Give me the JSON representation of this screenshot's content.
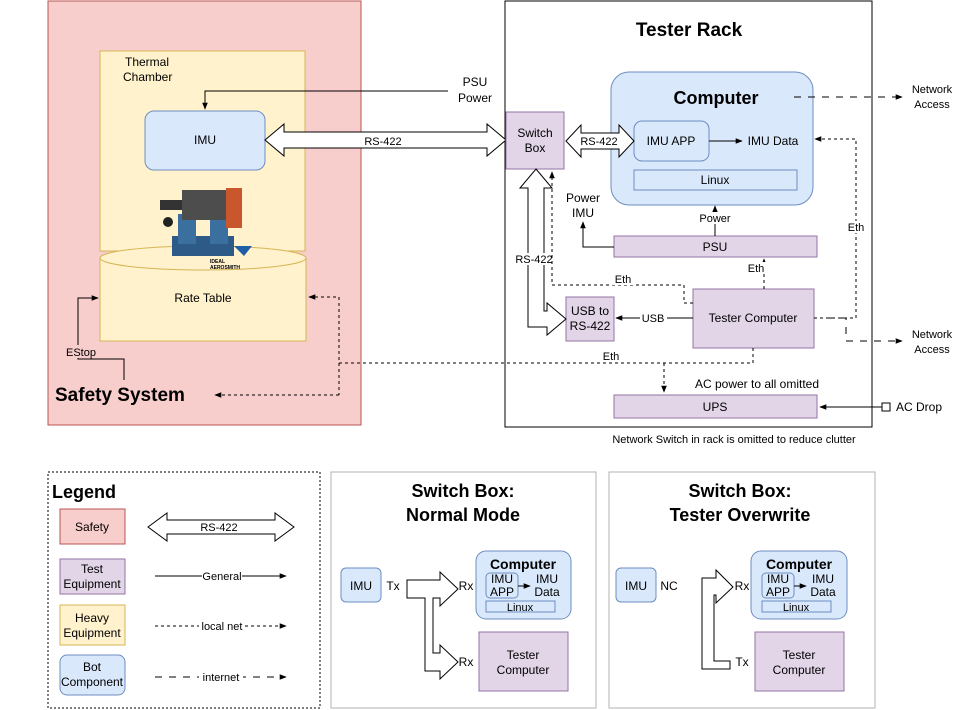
{
  "safety": {
    "title": "Safety System",
    "estop": "EStop",
    "color": "#f8cecc"
  },
  "thermal": {
    "line1": "Thermal",
    "line2": "Chamber",
    "color": "#fff2cc"
  },
  "imu": {
    "label": "IMU",
    "color": "#dae8fc"
  },
  "rate_table": {
    "label": "Rate Table"
  },
  "psu_power": {
    "line1": "PSU",
    "line2": "Power"
  },
  "rack": {
    "title": "Tester Rack",
    "switch_box": {
      "line1": "Switch",
      "line2": "Box"
    },
    "computer": {
      "title": "Computer",
      "imu_app": "IMU APP",
      "imu_data": "IMU Data",
      "linux": "Linux"
    },
    "power": "Power",
    "power_imu": {
      "line1": "Power",
      "line2": "IMU"
    },
    "psu": "PSU",
    "usb_to_rs422": {
      "line1": "USB to",
      "line2": "RS-422"
    },
    "tester_computer": "Tester Computer",
    "ups": "UPS",
    "ac_note": "AC power to all omitted",
    "note": "Network Switch in rack is omitted to reduce clutter"
  },
  "labels": {
    "rs422_main": "RS-422",
    "rs422_inner": "RS-422",
    "rs422_vertical": "RS-422",
    "usb": "USB",
    "eth_1": "Eth",
    "eth_2": "Eth",
    "eth_3": "Eth",
    "eth_4": "Eth",
    "network_access_1": {
      "line1": "Network",
      "line2": "Access"
    },
    "network_access_2": {
      "line1": "Network",
      "line2": "Access"
    },
    "ac_drop": "AC Drop"
  },
  "legend": {
    "title": "Legend",
    "safety": "Safety",
    "test_equipment": {
      "line1": "Test",
      "line2": "Equipment"
    },
    "heavy_equipment": {
      "line1": "Heavy",
      "line2": "Equipment"
    },
    "bot_component": {
      "line1": "Bot",
      "line2": "Component"
    },
    "rs422": "RS-422",
    "general": "General",
    "local_net": "local net",
    "internet": "internet"
  },
  "normal_mode": {
    "title1": "Switch Box:",
    "title2": "Normal Mode",
    "imu": "IMU",
    "tx": "Tx",
    "rx1": "Rx",
    "rx2": "Rx",
    "computer": "Computer",
    "imu_app": {
      "line1": "IMU",
      "line2": "APP"
    },
    "imu_data": {
      "line1": "IMU",
      "line2": "Data"
    },
    "linux": "Linux",
    "tester": {
      "line1": "Tester",
      "line2": "Computer"
    }
  },
  "overwrite_mode": {
    "title1": "Switch Box:",
    "title2": "Tester Overwrite",
    "imu": "IMU",
    "nc": "NC",
    "rx": "Rx",
    "tx": "Tx",
    "computer": "Computer",
    "imu_app": {
      "line1": "IMU",
      "line2": "APP"
    },
    "imu_data": {
      "line1": "IMU",
      "line2": "Data"
    },
    "linux": "Linux",
    "tester": {
      "line1": "Tester",
      "line2": "Computer"
    }
  },
  "colors": {
    "test_equipment": "#e1d5e7",
    "bot": "#dae8fc",
    "heavy": "#fff2cc",
    "safety": "#f8cecc"
  }
}
